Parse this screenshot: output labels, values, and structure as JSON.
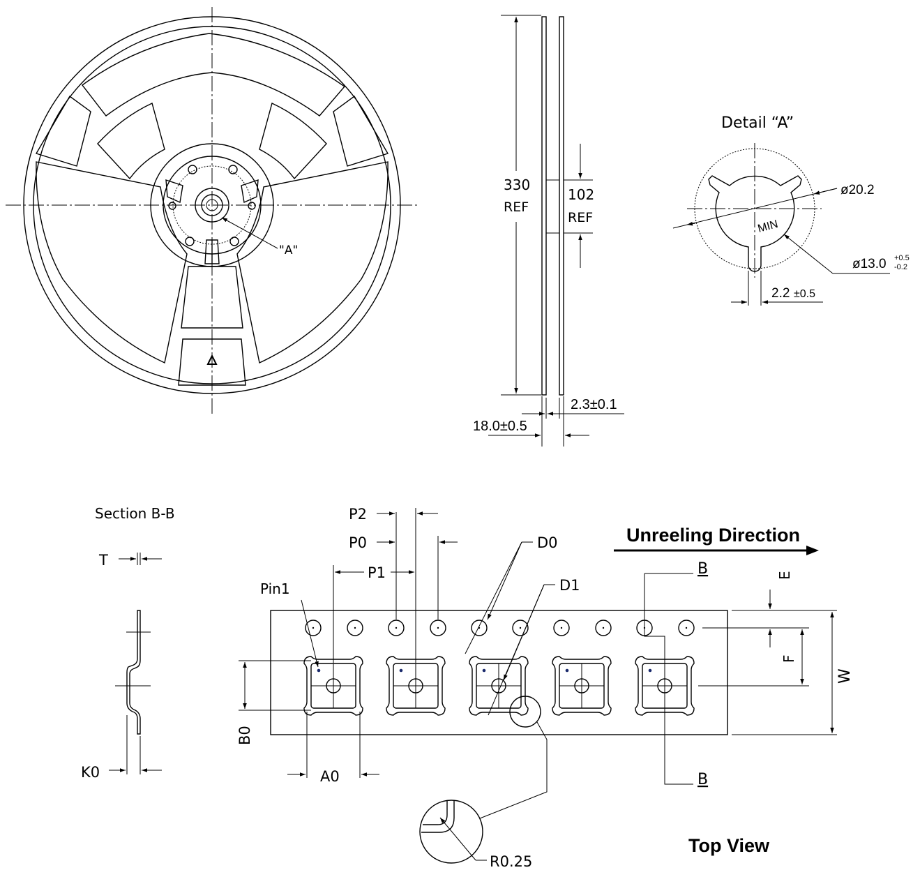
{
  "reel_view": {
    "detail_callout": "\"A\""
  },
  "side_view": {
    "diameter_value": "330",
    "diameter_ref": "REF",
    "hub_value": "102",
    "hub_ref": "REF",
    "flange_thickness": "2.3±0.1",
    "width": "18.0±0.5"
  },
  "detail_a": {
    "title": "Detail “A”",
    "outer_diameter": "ø20.2",
    "min_label": "MIN",
    "hole_diameter": "ø13.0",
    "hole_tol_plus": "+0.5",
    "hole_tol_minus": "-0.2",
    "slot_width": "2.2",
    "slot_tol": "±0.5"
  },
  "section_bb": {
    "title": "Section B-B",
    "t_label": "T",
    "k0_label": "K0"
  },
  "tape_view": {
    "direction_label": "Unreeling Direction",
    "p2": "P2",
    "p0": "P0",
    "p1": "P1",
    "d0": "D0",
    "d1": "D1",
    "pin1": "Pin1",
    "section_mark": "B",
    "e": "E",
    "f": "F",
    "w": "W",
    "b0": "B0",
    "a0": "A0",
    "radius": "R0.25",
    "view_label": "Top View"
  }
}
